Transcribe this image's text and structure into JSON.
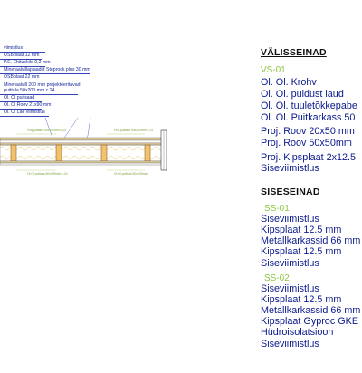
{
  "section": {
    "callouts": [
      "viimistlus",
      "OSBplaat 12 mm",
      "P.E. Ehituskile 0,2 mm",
      "Mineraalvillaplaadid Steprock plus 30 mm",
      "OSBplaat 22 mm",
      "Mineraalvill 200 mm projekteeritavad",
      "puittala 50x200 mm c.24",
      "Ol. Ol puitsaad",
      "Ol. Ol Roov 21x90 mm",
      "Ol. Ol Lae viimistlus"
    ],
    "dim_labels_top": [
      "Proj.puittala 50x200mm c.24",
      "Proj.puittala 50x200mm c.24"
    ],
    "dim_labels_bottom": [
      "Ol.Ol puittala 50x190mm c.24",
      "Ol.Ol puittala 50x190mm"
    ]
  },
  "legend": {
    "valisseinad": {
      "title": "VÄLISSEINAD",
      "code": "VS-01",
      "lines": [
        "Ol. Ol. Krohv",
        "Ol. Ol. puidust laud",
        "Ol. Ol. tuuletõkkepabe",
        "Ol. Ol. Puitkarkass 50",
        "Proj. Roov 20x50 mm",
        "Proj. Roov 50x50mm",
        "Proj. Kipsplaat 2x12.5",
        "Siseviimistlus"
      ]
    },
    "siseseinad": {
      "title": "SISESEINAD",
      "groups": [
        {
          "code": "SS-01",
          "lines": [
            "Siseviimistlus",
            "Kipsplaat 12.5 mm",
            "Metallkarkassid 66 mm",
            "Kipsplaat 12.5 mm",
            "Siseviimistlus"
          ]
        },
        {
          "code": "SS-02",
          "lines": [
            "Siseviimistlus",
            "Kipsplaat 12.5 mm",
            "Metallkarkassid 66 mm",
            "Kipsplaat Gyproc GKE",
            "Hüdroisolatsioon",
            "Siseviimistlus"
          ]
        }
      ]
    }
  }
}
